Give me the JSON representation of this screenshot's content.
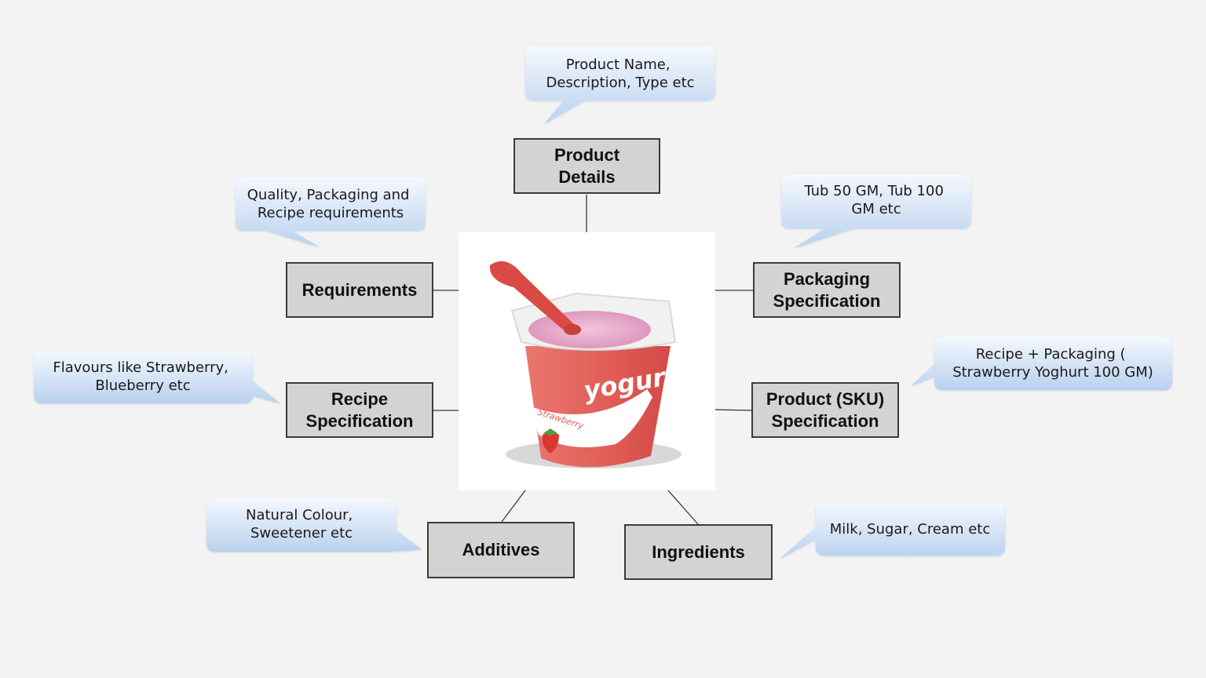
{
  "nodes": {
    "product_details": "Product\nDetails",
    "requirements": "Requirements",
    "packaging_specification": "Packaging\nSpecification",
    "recipe_specification": "Recipe\nSpecification",
    "product_sku_specification": "Product (SKU)\nSpecification",
    "additives": "Additives",
    "ingredients": "Ingredients"
  },
  "callouts": {
    "product_details": [
      "Product Name,",
      "Description, Type etc"
    ],
    "requirements": [
      "Quality, Packaging and",
      "Recipe requirements"
    ],
    "packaging_specification": [
      "Tub 50 GM, Tub 100",
      "GM etc"
    ],
    "recipe_specification": [
      "Flavours like Strawberry,",
      "Blueberry etc"
    ],
    "product_sku_specification": [
      "Recipe + Packaging (",
      "Strawberry Yoghurt 100 GM)"
    ],
    "additives": [
      "Natural Colour,",
      "Sweetener etc"
    ],
    "ingredients": [
      "Milk, Sugar, Cream etc"
    ]
  },
  "illustration": {
    "brand_text": "yogurt",
    "flavor_text": "Strawberry"
  },
  "colors": {
    "node_fill": "#d3d3d3",
    "node_border": "#3b3b3b",
    "callout_top": "#f4f8fd",
    "callout_bottom": "#b9d1ee",
    "connector": "#3a3a3a",
    "tub_red": "#e4605a",
    "yogurt_pink": "#e9a2c8"
  }
}
